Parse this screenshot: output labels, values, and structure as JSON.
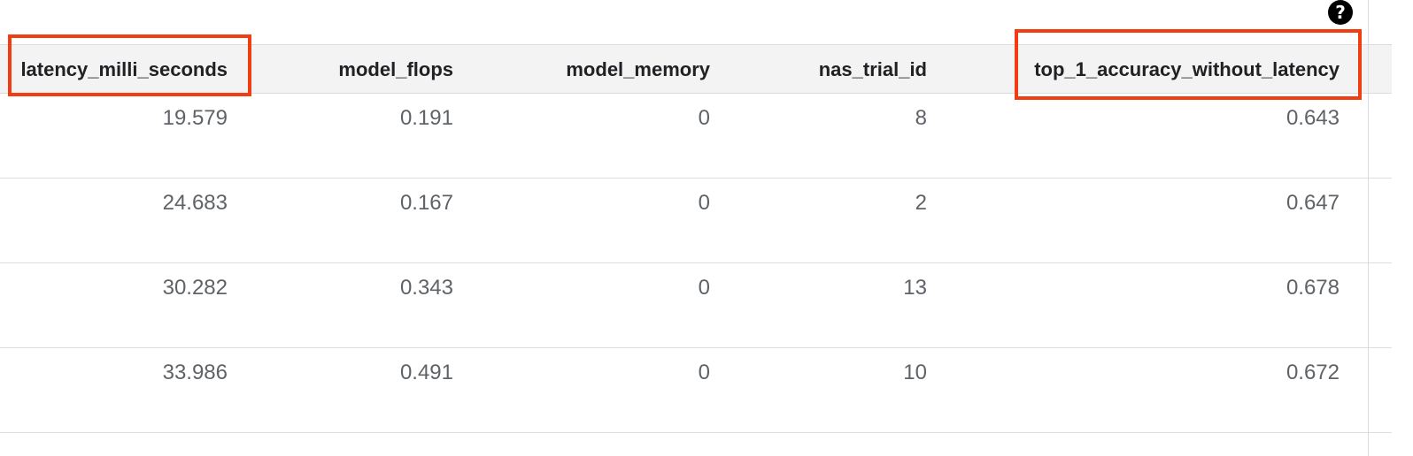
{
  "help": {
    "icon": "help-icon",
    "glyph": "?"
  },
  "table": {
    "columns": [
      "latency_milli_seconds",
      "model_flops",
      "model_memory",
      "nas_trial_id",
      "top_1_accuracy_without_latency"
    ],
    "rows": [
      [
        "19.579",
        "0.191",
        "0",
        "8",
        "0.643"
      ],
      [
        "24.683",
        "0.167",
        "0",
        "2",
        "0.647"
      ],
      [
        "30.282",
        "0.343",
        "0",
        "13",
        "0.678"
      ],
      [
        "33.986",
        "0.491",
        "0",
        "10",
        "0.672"
      ]
    ]
  },
  "highlighted_columns": [
    "latency_milli_seconds",
    "top_1_accuracy_without_latency"
  ],
  "colors": {
    "highlight": "#f23c12",
    "header_bg": "#f3f3f3",
    "divider": "#dadce0",
    "cell_text": "#5f6368"
  }
}
